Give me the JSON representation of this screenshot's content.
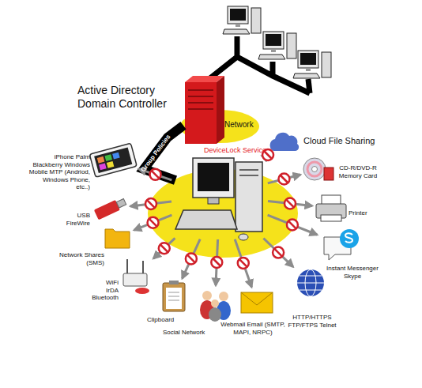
{
  "diagram": {
    "nodes": [
      {
        "text": [
          "Active Directory Domain Controller"
        ]
      },
      {
        "text": [
          "DeviceLock Service"
        ]
      },
      {
        "text": [
          "iPhone Palm Blackberry Windows Mobile MTP (Andriod, Windows Phone, etc..)"
        ]
      },
      {
        "text": [
          "Cloud File Sharing"
        ]
      },
      {
        "text": [
          "CD-R/DVD-R Memory Card"
        ]
      },
      {
        "text": [
          "USB FireWire"
        ]
      },
      {
        "text": [
          "Printer"
        ]
      },
      {
        "text": [
          "Network Shares (SMS)"
        ]
      },
      {
        "text": [
          "Instant Messenger Skype"
        ]
      },
      {
        "text": [
          "WiFi IrDA Bluetooth"
        ]
      },
      {
        "text": [
          "HTTP/HTTPS FTP/FTPS Telnet"
        ]
      },
      {
        "text": [
          "Clipboard"
        ]
      },
      {
        "text": [
          "Webmail Email (SMTP, MAPI, NRPC)"
        ]
      },
      {
        "text": [
          "Social Network"
        ]
      }
    ],
    "edges": [
      {
        "from": 0,
        "to": 1,
        "label": "Group Policies",
        "arrow": "none"
      },
      {
        "from": 1,
        "to": 2,
        "arrow": "to"
      },
      {
        "from": 1,
        "to": 3,
        "arrow": "to"
      },
      {
        "from": 1,
        "to": 4,
        "arrow": "to"
      },
      {
        "from": 1,
        "to": 5,
        "arrow": "to"
      },
      {
        "from": 1,
        "to": 6,
        "arrow": "to"
      },
      {
        "from": 1,
        "to": 7,
        "arrow": "to"
      },
      {
        "from": 1,
        "to": 8,
        "arrow": "to"
      },
      {
        "from": 1,
        "to": 9,
        "arrow": "to"
      },
      {
        "from": 1,
        "to": 10,
        "arrow": "to"
      },
      {
        "from": 1,
        "to": 11,
        "arrow": "to"
      },
      {
        "from": 1,
        "to": 12,
        "arrow": "to"
      },
      {
        "from": 1,
        "to": 13,
        "arrow": "to"
      }
    ],
    "labels": [
      "Network"
    ]
  }
}
